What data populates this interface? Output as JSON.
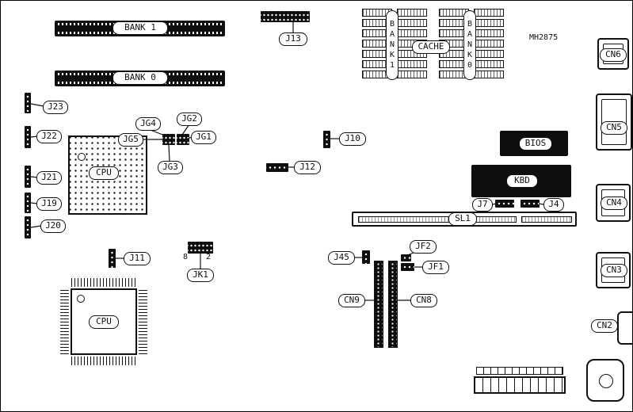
{
  "figure": {
    "part_number": "MH2875"
  },
  "labels": {
    "simm_bank1": "BANK 1",
    "simm_bank0": "BANK 0",
    "j13": "J13",
    "cache_bank1": "BANK1",
    "cache": "CACHE",
    "cache_bank0": "BANK0",
    "cn6": "CN6",
    "cn5": "CN5",
    "cn4": "CN4",
    "cn3": "CN3",
    "cn2": "CN2",
    "j23": "J23",
    "j22": "J22",
    "j21": "J21",
    "j19": "J19",
    "j20": "J20",
    "jg4": "JG4",
    "jg2": "JG2",
    "jg5": "JG5",
    "jg1": "JG1",
    "jg3": "JG3",
    "cpu_socket": "CPU",
    "cpu_qfp": "CPU",
    "j10": "J10",
    "j12": "J12",
    "bios": "BIOS",
    "kbd": "KBD",
    "j7": "J7",
    "j4": "J4",
    "sl1": "SL1",
    "j11": "J11",
    "jk1": "JK1",
    "jk1_pin8": "8",
    "jk1_pin2": "2",
    "j45": "J45",
    "jf2": "JF2",
    "jf1": "JF1",
    "cn9": "CN9",
    "cn8": "CN8"
  },
  "colors": {
    "ink": "#111111",
    "paper": "#ffffff"
  }
}
